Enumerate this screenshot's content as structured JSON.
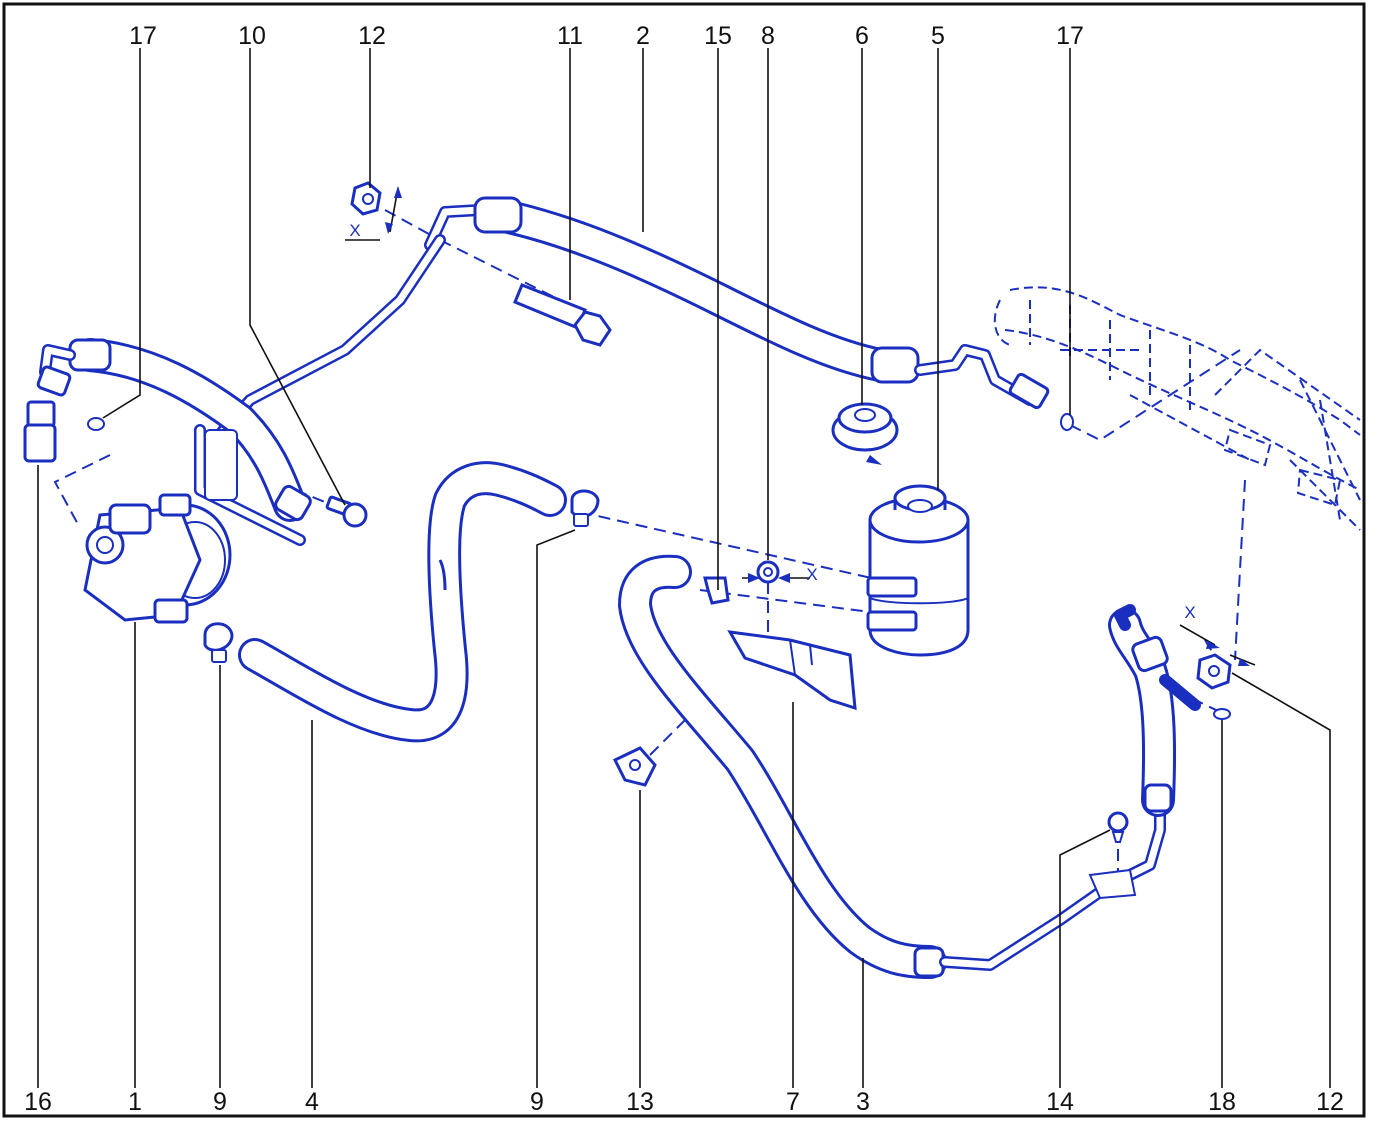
{
  "colors": {
    "line": "#1a2fbf",
    "frame": "#111111",
    "background": "#ffffff"
  },
  "icons": {
    "pump": "power-steering-pump-icon",
    "reservoir": "reservoir-icon",
    "cap": "reservoir-cap-icon",
    "steering_rack": "steering-rack-icon"
  },
  "callouts": {
    "top": [
      "17",
      "10",
      "12",
      "11",
      "2",
      "15",
      "8",
      "6",
      "5",
      "17"
    ],
    "bottom": [
      "16",
      "1",
      "9",
      "4",
      "9",
      "13",
      "7",
      "3",
      "14",
      "18",
      "12"
    ]
  },
  "dimension_marks": [
    "X",
    "X",
    "X"
  ]
}
